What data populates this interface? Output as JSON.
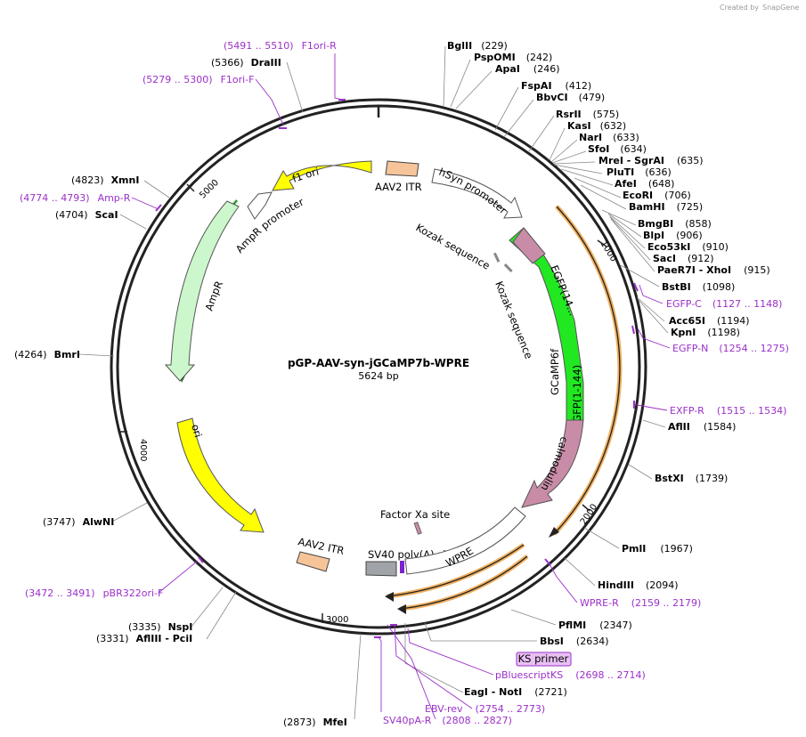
{
  "header": {
    "created_by": "Created by",
    "brand": "SnapGene"
  },
  "map": {
    "name": "pGP-AAV-syn-jGCaMP7b-WPRE",
    "length": "5624 bp",
    "ticks": [
      "1000",
      "2000",
      "3000",
      "4000",
      "5000"
    ]
  },
  "features": {
    "aav2_itr_top": "AAV2 ITR",
    "hsyn_promoter": "hSyn promoter",
    "f1_ori": "f1 ori",
    "ampr_promoter": "AmpR promoter",
    "ampr": "AmpR",
    "kozak1": "Kozak sequence",
    "kozak2": "Kozak sequence",
    "egfp_14": "EGFP(14...",
    "gcamp6f": "GCaMP6f",
    "egfp_1_144": "EGFP(1-144)",
    "calmodulin": "calmodulin",
    "ori": "ori",
    "factor_xa": "Factor Xa site",
    "aav2_itr_bottom": "AAV2 ITR",
    "sv40_polya": "SV40 poly(A) signal",
    "wpre": "WPRE"
  },
  "sites": [
    {
      "name": "BglII",
      "pos": "(229)"
    },
    {
      "name": "PspOMI",
      "pos": "(242)"
    },
    {
      "name": "ApaI",
      "pos": "(246)"
    },
    {
      "name": "FspAI",
      "pos": "(412)"
    },
    {
      "name": "BbvCI",
      "pos": "(479)"
    },
    {
      "name": "RsrII",
      "pos": "(575)"
    },
    {
      "name": "KasI",
      "pos": "(632)"
    },
    {
      "name": "NarI",
      "pos": "(633)"
    },
    {
      "name": "SfoI",
      "pos": "(634)"
    },
    {
      "name": "MreI - SgrAI",
      "pos": "(635)"
    },
    {
      "name": "PluTI",
      "pos": "(636)"
    },
    {
      "name": "AfeI",
      "pos": "(648)"
    },
    {
      "name": "EcoRI",
      "pos": "(706)"
    },
    {
      "name": "BamHI",
      "pos": "(725)"
    },
    {
      "name": "BmgBI",
      "pos": "(858)"
    },
    {
      "name": "BlpI",
      "pos": "(906)"
    },
    {
      "name": "Eco53kI",
      "pos": "(910)"
    },
    {
      "name": "SacI",
      "pos": "(912)"
    },
    {
      "name": "PaeR7I - XhoI",
      "pos": "(915)"
    },
    {
      "name": "BstBI",
      "pos": "(1098)"
    },
    {
      "name": "Acc65I",
      "pos": "(1194)"
    },
    {
      "name": "KpnI",
      "pos": "(1198)"
    },
    {
      "name": "AflII",
      "pos": "(1584)"
    },
    {
      "name": "BstXI",
      "pos": "(1739)"
    },
    {
      "name": "PmlI",
      "pos": "(1967)"
    },
    {
      "name": "HindIII",
      "pos": "(2094)"
    },
    {
      "name": "PflMI",
      "pos": "(2347)"
    },
    {
      "name": "BbsI",
      "pos": "(2634)"
    },
    {
      "name": "EagI - NotI",
      "pos": "(2721)"
    },
    {
      "name": "MfeI",
      "pos": "(2873)"
    },
    {
      "name": "AflIII - PciI",
      "pos": "(3331)"
    },
    {
      "name": "NspI",
      "pos": "(3335)"
    },
    {
      "name": "AlwNI",
      "pos": "(3747)"
    },
    {
      "name": "BmrI",
      "pos": "(4264)"
    },
    {
      "name": "ScaI",
      "pos": "(4704)"
    },
    {
      "name": "XmnI",
      "pos": "(4823)"
    },
    {
      "name": "DraIII",
      "pos": "(5366)"
    }
  ],
  "primers": [
    {
      "name": "F1ori-R",
      "range": "(5491 .. 5510)"
    },
    {
      "name": "F1ori-F",
      "range": "(5279 .. 5300)"
    },
    {
      "name": "Amp-R",
      "range": "(4774 .. 4793)"
    },
    {
      "name": "EGFP-C",
      "range": "(1127 .. 1148)"
    },
    {
      "name": "EGFP-N",
      "range": "(1254 .. 1275)"
    },
    {
      "name": "EXFP-R",
      "range": "(1515 .. 1534)"
    },
    {
      "name": "WPRE-R",
      "range": "(2159 .. 2179)"
    },
    {
      "name": "pBluescriptKS",
      "range": "(2698 .. 2714)"
    },
    {
      "name": "EBV-rev",
      "range": "(2754 .. 2773)"
    },
    {
      "name": "SV40pA-R",
      "range": "(2808 .. 2827)"
    },
    {
      "name": "pBR322ori-F",
      "range": "(3472 .. 3491)"
    }
  ],
  "ks_primer": {
    "label": "KS primer"
  },
  "colors": {
    "backbone": "#222222",
    "primer": "#9b30c8",
    "promoter": "#ffffff",
    "ori": "#ffff00",
    "ampr": "#ccf7cc",
    "egfp": "#22e822",
    "calmodulin": "#c88ca8",
    "itr": "#f7c49a",
    "orf_highlight": "#f0b060"
  }
}
